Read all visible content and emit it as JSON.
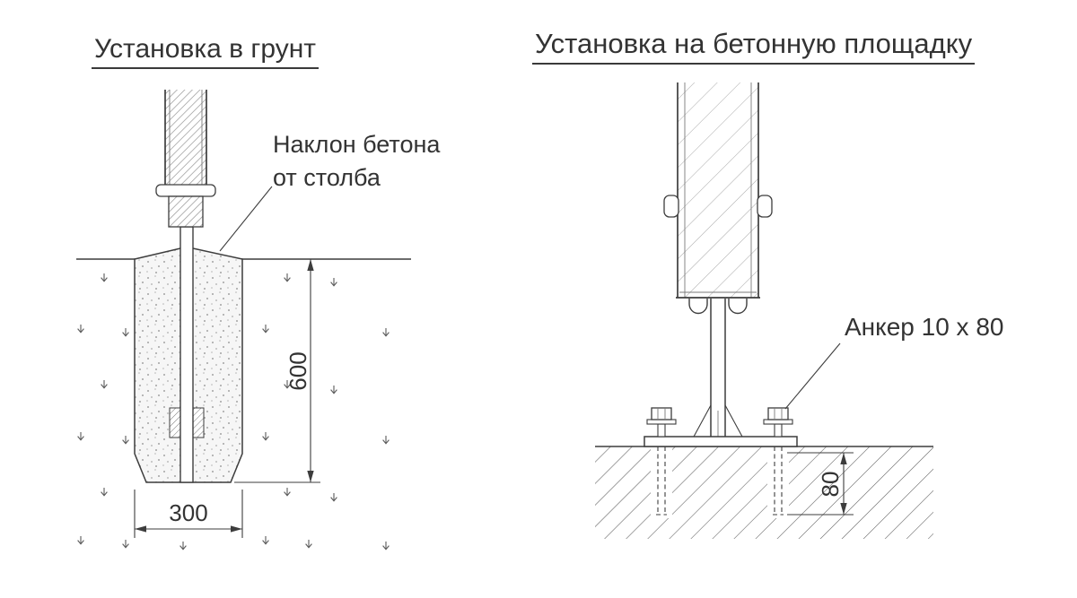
{
  "colors": {
    "line": "#3d3d3d",
    "text": "#333333",
    "background": "#ffffff"
  },
  "left_diagram": {
    "title": "Установка в грунт",
    "annotation_line1": "Наклон бетона",
    "annotation_line2": "от столба",
    "dim_depth": "600",
    "dim_width": "300"
  },
  "right_diagram": {
    "title": "Установка на бетонную площадку",
    "annotation_anchor": "Анкер 10 x 80",
    "dim_anchor_depth": "80"
  }
}
